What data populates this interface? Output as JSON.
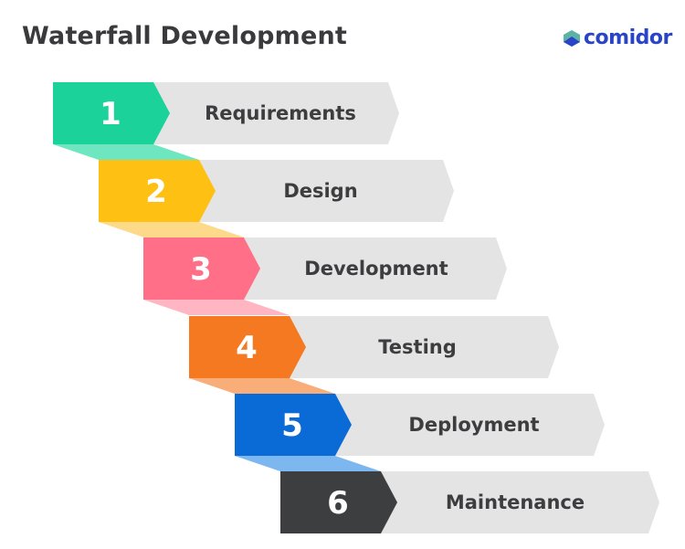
{
  "title": "Waterfall Development",
  "logo": {
    "text": "comidor"
  },
  "steps": [
    {
      "number": "1",
      "label": "Requirements",
      "color": "#1bd39a",
      "shadow": "#6ee6bf"
    },
    {
      "number": "2",
      "label": "Design",
      "color": "#fec013",
      "shadow": "#fdd98a"
    },
    {
      "number": "3",
      "label": "Development",
      "color": "#ff6f87",
      "shadow": "#ffb5c2"
    },
    {
      "number": "4",
      "label": "Testing",
      "color": "#f47920",
      "shadow": "#f9ae7a"
    },
    {
      "number": "5",
      "label": "Deployment",
      "color": "#0a6bd6",
      "shadow": "#7db7ef"
    },
    {
      "number": "6",
      "label": "Maintenance",
      "color": "#3d3e40",
      "shadow": null
    }
  ]
}
